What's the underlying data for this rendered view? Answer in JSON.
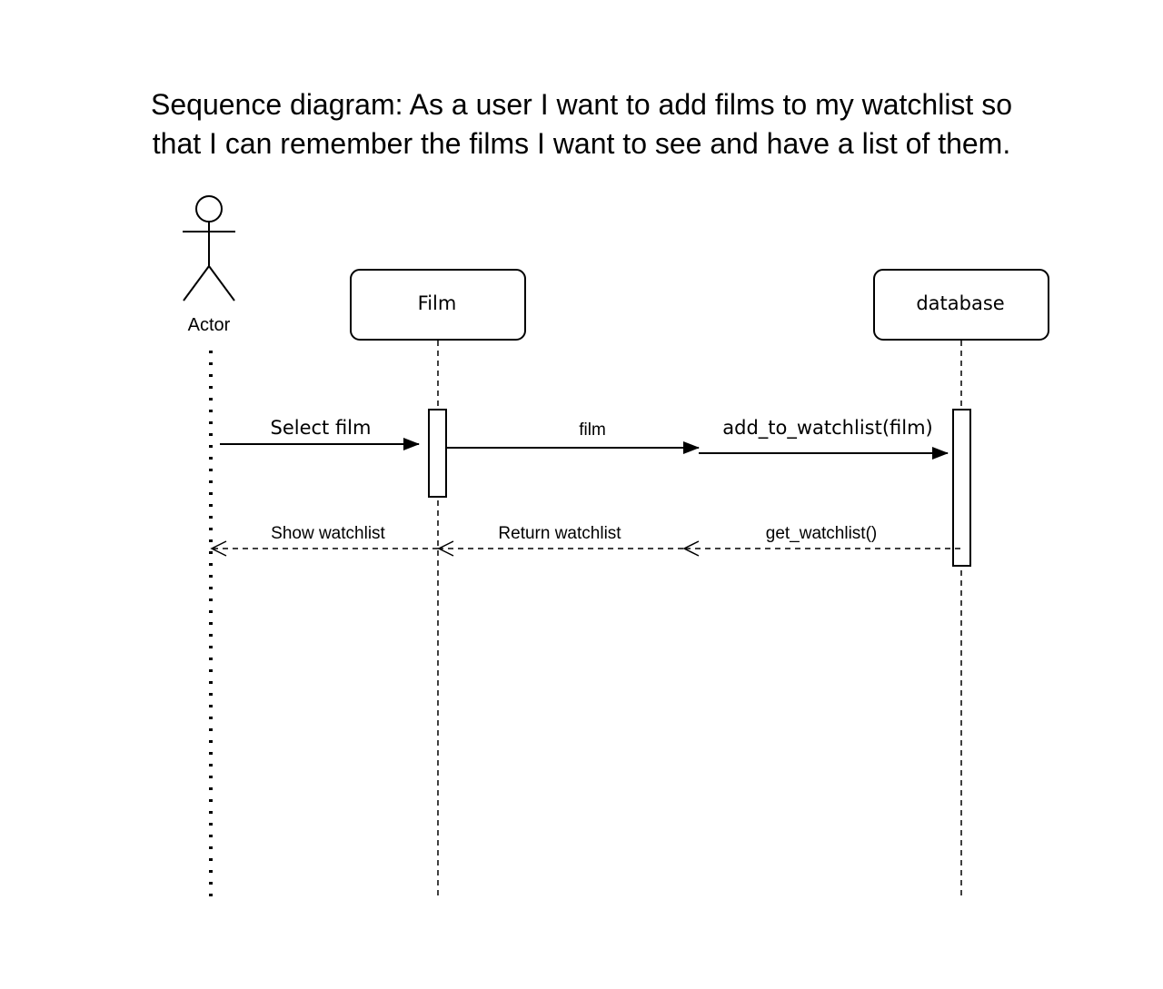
{
  "title": {
    "line1": "Sequence diagram: As a user I want to add films to my watchlist so",
    "line2": "that I can remember the films I want to see and have a list of them."
  },
  "actor": {
    "label": "Actor"
  },
  "participants": [
    {
      "id": "film",
      "label": "Film"
    },
    {
      "id": "database",
      "label": "database"
    }
  ],
  "messages": [
    {
      "id": "select-film",
      "label": "Select film",
      "from": "actor",
      "to": "film",
      "style": "solid"
    },
    {
      "id": "film",
      "label": "film",
      "from": "film",
      "to": "database",
      "style": "solid"
    },
    {
      "id": "add-to-watchlist",
      "label": "add_to_watchlist(film)",
      "from": "film",
      "to": "database",
      "style": "solid"
    },
    {
      "id": "get-watchlist",
      "label": "get_watchlist()",
      "from": "database",
      "to": "film",
      "style": "dashed"
    },
    {
      "id": "return-watchlist",
      "label": "Return watchlist",
      "from": "film",
      "to": "film",
      "style": "dashed"
    },
    {
      "id": "show-watchlist",
      "label": "Show watchlist",
      "from": "film",
      "to": "actor",
      "style": "dashed"
    }
  ]
}
